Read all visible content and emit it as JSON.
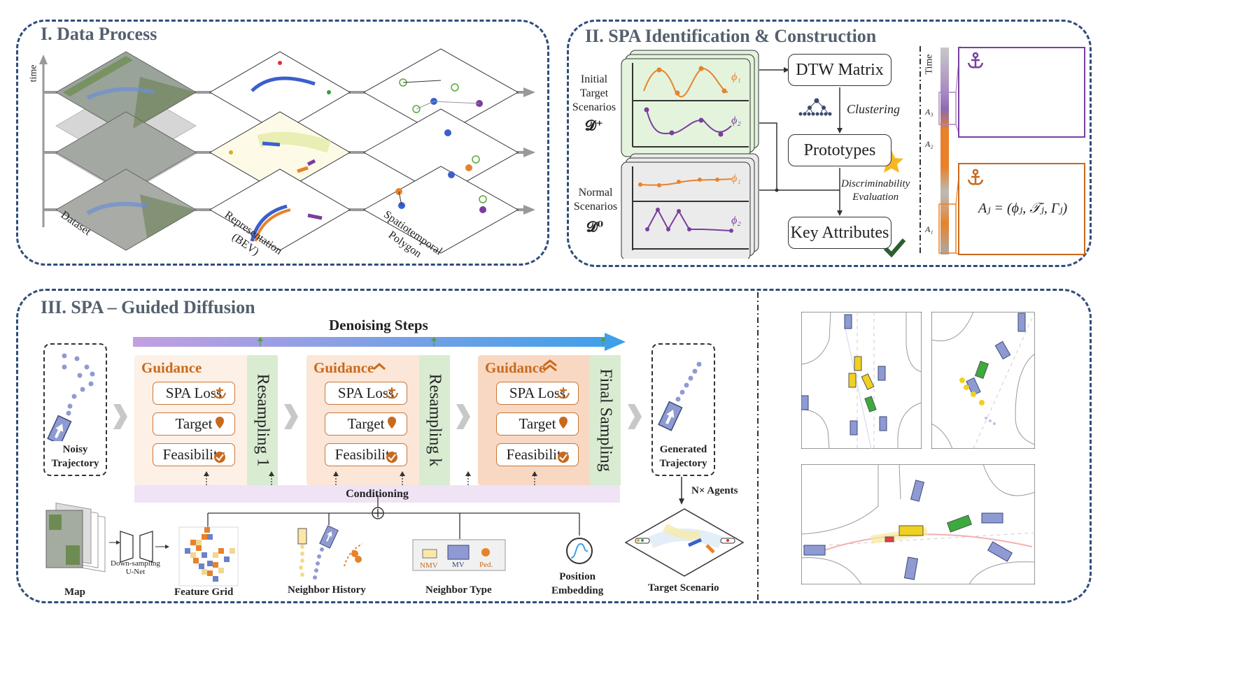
{
  "panel1": {
    "title": "I. Data Process",
    "time_label": "time",
    "layers": [
      "Dataset",
      "Representation (BEV)",
      "Spatiotemporal Polygon"
    ]
  },
  "panel2": {
    "title": "II. SPA Identification & Construction",
    "initial_label": [
      "Initial",
      "Target",
      "Scenarios"
    ],
    "initial_symbol": "𝓓⁺",
    "normal_label": [
      "Normal",
      "Scenarios"
    ],
    "normal_symbol": "𝓓⁰",
    "phi1": "ϕ₁",
    "phi2": "ϕ₂",
    "dtw": "DTW Matrix",
    "clustering": "Clustering",
    "prototypes": "Prototypes",
    "discrim": [
      "Discriminability",
      "Evaluation"
    ],
    "key_attributes": "Key Attributes",
    "time_axis": "Time",
    "a_labels": [
      "A₃",
      "A₂",
      "A₁"
    ],
    "formula": "Aⱼ = (ϕⱼ, 𝒯ⱼ, Γⱼ)"
  },
  "panel3": {
    "title": "III. SPA – Guided Diffusion",
    "denoising": "Denoising Steps",
    "noisy": [
      "Noisy",
      "Trajectory"
    ],
    "generated": [
      "Generated",
      "Trajectory"
    ],
    "guidance_title": "Guidance",
    "spa_loss": "SPA Loss",
    "target": "Target",
    "feasibility": "Feasibility",
    "resampling": [
      "Resampling 1",
      "Resampling k",
      "Final Sampling"
    ],
    "conditioning": "Conditioning",
    "n_agents": "N× Agents",
    "target_scenario": "Target Scenario",
    "map": "Map",
    "downsampling": [
      "Down-sampling",
      "U-Net"
    ],
    "feature_grid": "Feature Grid",
    "neighbor_history": "Neighbor History",
    "neighbor_type": "Neighbor Type",
    "type_legend": [
      "NMV",
      "MV",
      "Ped."
    ],
    "position": [
      "Position",
      "Embedding"
    ]
  },
  "colors": {
    "frame": "#2f4d7a",
    "orange": "#e8822a",
    "purple": "#7a3e9e",
    "green_panel": "#e4f3dc",
    "guidance_text": "#c86a1c",
    "vehicle_blue": "#8f9ad3",
    "vehicle_yellow": "#f0d020",
    "vehicle_green": "#3caa3c"
  }
}
